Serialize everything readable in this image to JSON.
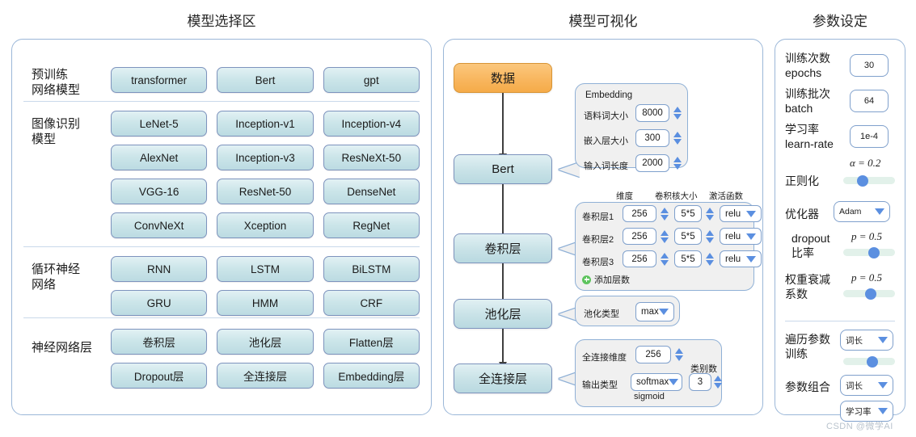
{
  "columns": {
    "left_title": "模型选择区",
    "middle_title": "模型可视化",
    "right_title": "参数设定"
  },
  "model_selection": {
    "groups": [
      {
        "label": "预训练\n网络模型",
        "label_line1": "预训练",
        "label_line2": "网络模型",
        "rows": [
          [
            "transformer",
            "Bert",
            "gpt"
          ]
        ]
      },
      {
        "label_line1": "图像识别",
        "label_line2": "模型",
        "rows": [
          [
            "LeNet-5",
            "Inception-v1",
            "Inception-v4"
          ],
          [
            "AlexNet",
            "Inception-v3",
            "ResNeXt-50"
          ],
          [
            "VGG-16",
            "ResNet-50",
            "DenseNet"
          ],
          [
            "ConvNeXt",
            "Xception",
            "RegNet"
          ]
        ]
      },
      {
        "label_line1": "循环神经",
        "label_line2": "网络",
        "rows": [
          [
            "RNN",
            "LSTM",
            "BiLSTM"
          ],
          [
            "GRU",
            "HMM",
            "CRF"
          ]
        ]
      },
      {
        "label_line1": "神经网络层",
        "label_line2": "",
        "rows": [
          [
            "卷积层",
            "池化层",
            "Flatten层"
          ],
          [
            "Dropout层",
            "全连接层",
            "Embedding层"
          ]
        ]
      }
    ]
  },
  "visualization": {
    "flow": [
      {
        "label": "数据",
        "type": "data"
      },
      {
        "label": "Bert",
        "type": "layer"
      },
      {
        "label": "卷积层",
        "type": "layer"
      },
      {
        "label": "池化层",
        "type": "layer"
      },
      {
        "label": "全连接层",
        "type": "layer"
      }
    ],
    "embedding_callout": {
      "title": "Embedding",
      "fields": [
        {
          "label": "语料词大小",
          "value": "8000"
        },
        {
          "label": "嵌入层大小",
          "value": "300"
        },
        {
          "label": "输入词长度",
          "value": "2000"
        }
      ]
    },
    "conv_callout": {
      "headers": [
        "维度",
        "卷积核大小",
        "激活函数"
      ],
      "rows": [
        {
          "label": "卷积层1",
          "dim": "256",
          "kernel": "5*5",
          "activation": "relu"
        },
        {
          "label": "卷积层2",
          "dim": "256",
          "kernel": "5*5",
          "activation": "relu"
        },
        {
          "label": "卷积层3",
          "dim": "256",
          "kernel": "5*5",
          "activation": "relu"
        }
      ],
      "add_label": "添加层数"
    },
    "pool_callout": {
      "label": "池化类型",
      "value": "max"
    },
    "dense_callout": {
      "dim_label": "全连接维度",
      "dim_value": "256",
      "out_label": "输出类型",
      "out_value": "softmax",
      "out_alt": "sigmoid",
      "classes_label": "类别数",
      "classes_value": "3"
    }
  },
  "params": {
    "epochs": {
      "label_cn": "训练次数",
      "label_en": "epochs",
      "value": "30"
    },
    "batch": {
      "label_cn": "训练批次",
      "label_en": "batch",
      "value": "64"
    },
    "learn_rate": {
      "label_cn": "学习率",
      "label_en": "learn-rate",
      "value": "1e-4"
    },
    "regularization": {
      "label": "正则化",
      "readout": "α = 0.2",
      "fill_pct": 38
    },
    "optimizer": {
      "label": "优化器",
      "value": "Adam"
    },
    "dropout": {
      "label_line1": "dropout",
      "label_line2": "比率",
      "readout": "p = 0.5",
      "fill_pct": 58
    },
    "weight_decay": {
      "label_line1": "权重衰减",
      "label_line2": "系数",
      "readout": "p = 0.5",
      "fill_pct": 52
    },
    "sweep": {
      "label_line1": "遍历参数",
      "label_line2": "训练",
      "value": "词长",
      "fill_pct": 55
    },
    "combo": {
      "label": "参数组合",
      "value1": "词长",
      "value2": "学习率"
    }
  },
  "watermark": "CSDN @微学AI",
  "colors": {
    "panel_border": "#9bb7d8",
    "button_fill": "#cbe5e9",
    "data_node": "#f8b55c",
    "accent_blue": "#5b8fe0",
    "slider_track": "#e2f1ea",
    "add_green": "#5ec45e"
  }
}
